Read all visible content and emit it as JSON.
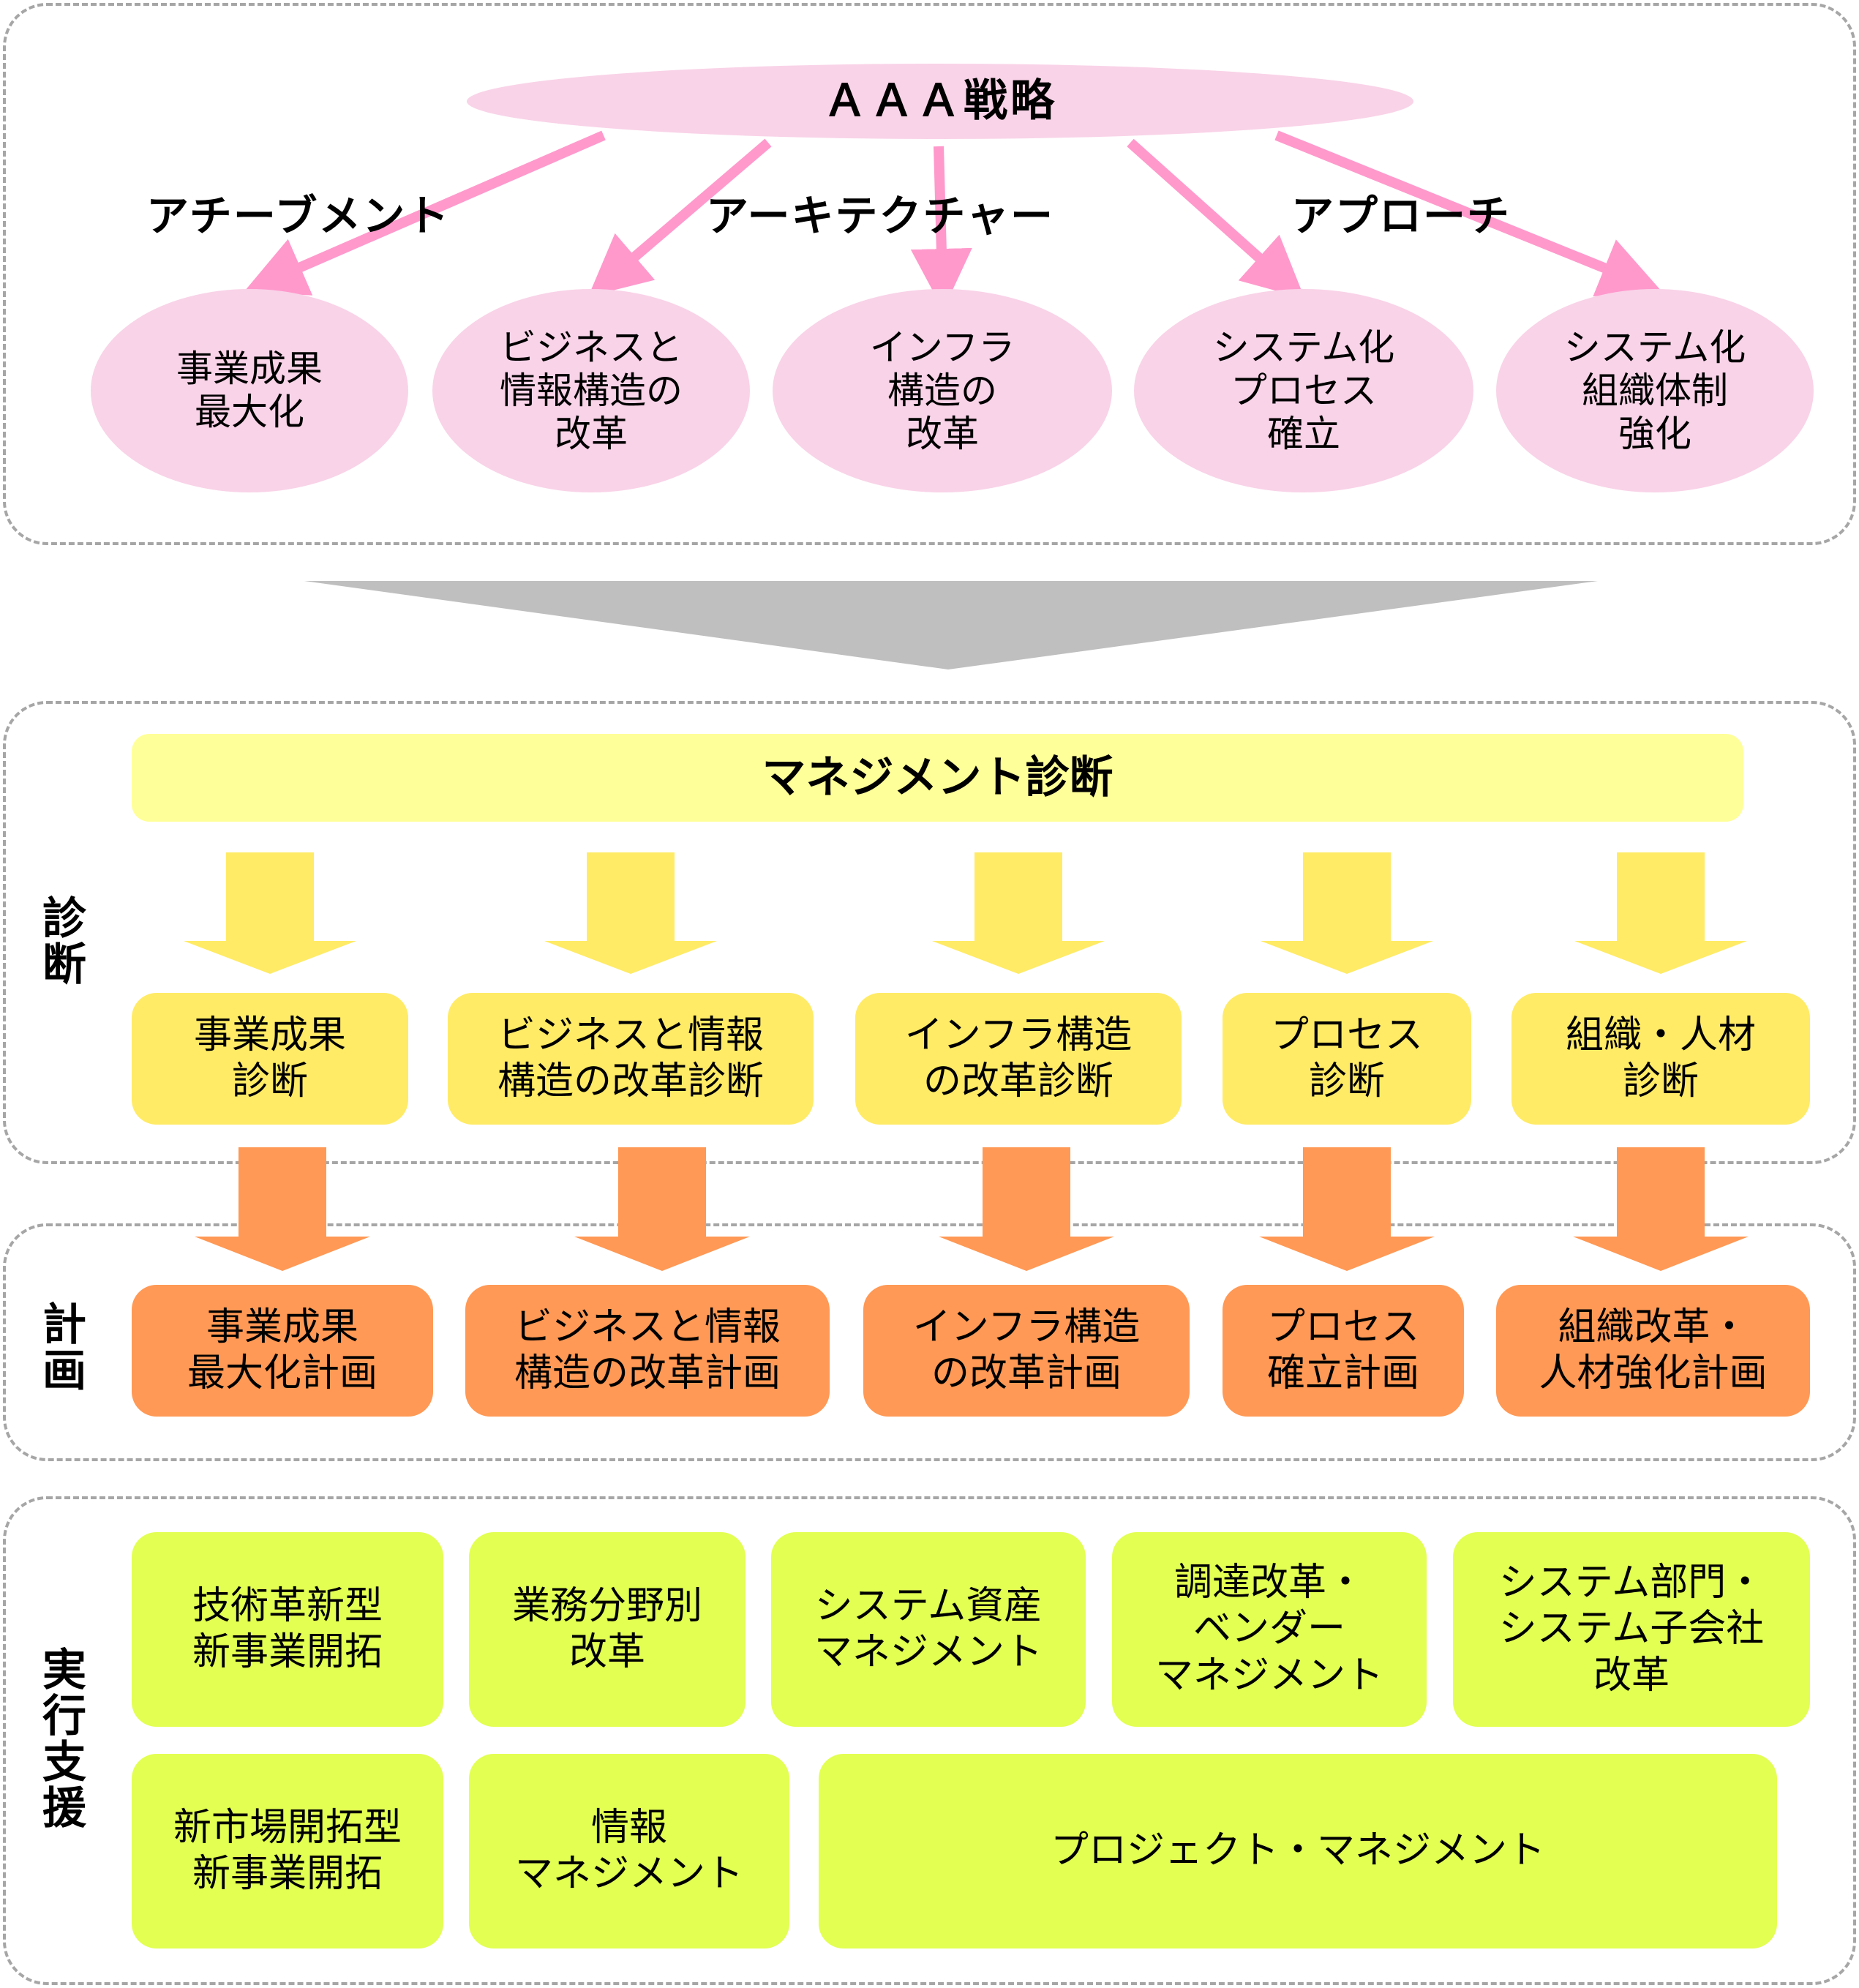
{
  "strategy": {
    "title": "ＡＡＡ戦略",
    "branches": [
      "アチーブメント",
      "アーキテクチャー",
      "アプローチ"
    ],
    "goals": [
      "事業成果\n最大化",
      "ビジネスと\n情報構造の\n改革",
      "インフラ\n構造の\n改革",
      "システム化\nプロセス\n確立",
      "システム化\n組織体制\n強化"
    ]
  },
  "diagnosis": {
    "side_label": "診\n断",
    "header": "マネジメント診断",
    "items": [
      "事業成果\n診断",
      "ビジネスと情報\n構造の改革診断",
      "インフラ構造\nの改革診断",
      "プロセス\n診断",
      "組織・人材\n診断"
    ]
  },
  "plan": {
    "side_label": "計\n画",
    "items": [
      "事業成果\n最大化計画",
      "ビジネスと情報\n構造の改革計画",
      "インフラ構造\nの改革計画",
      "プロセス\n確立計画",
      "組織改革・\n人材強化計画"
    ]
  },
  "execution": {
    "side_label": "実\n行\n支\n援",
    "row1": [
      "技術革新型\n新事業開拓",
      "業務分野別\n改革",
      "システム資産\nマネジメント",
      "調達改革・\nベンダー\nマネジメント",
      "システム部門・\nシステム子会社\n改革"
    ],
    "row2": [
      "新市場開拓型\n新事業開拓",
      "情報\nマネジメント",
      "プロジェクト・マネジメント"
    ]
  },
  "colors": {
    "pink_node": "#f9d3e8",
    "pink_arrow": "#ff99cc",
    "gray_funnel": "#bfbfbf",
    "yellow_header": "#ffff99",
    "yellow_box": "#ffeb66",
    "orange_box": "#ff9955",
    "lime_box": "#e2ff52",
    "dashed_border": "#a6a6a6"
  }
}
